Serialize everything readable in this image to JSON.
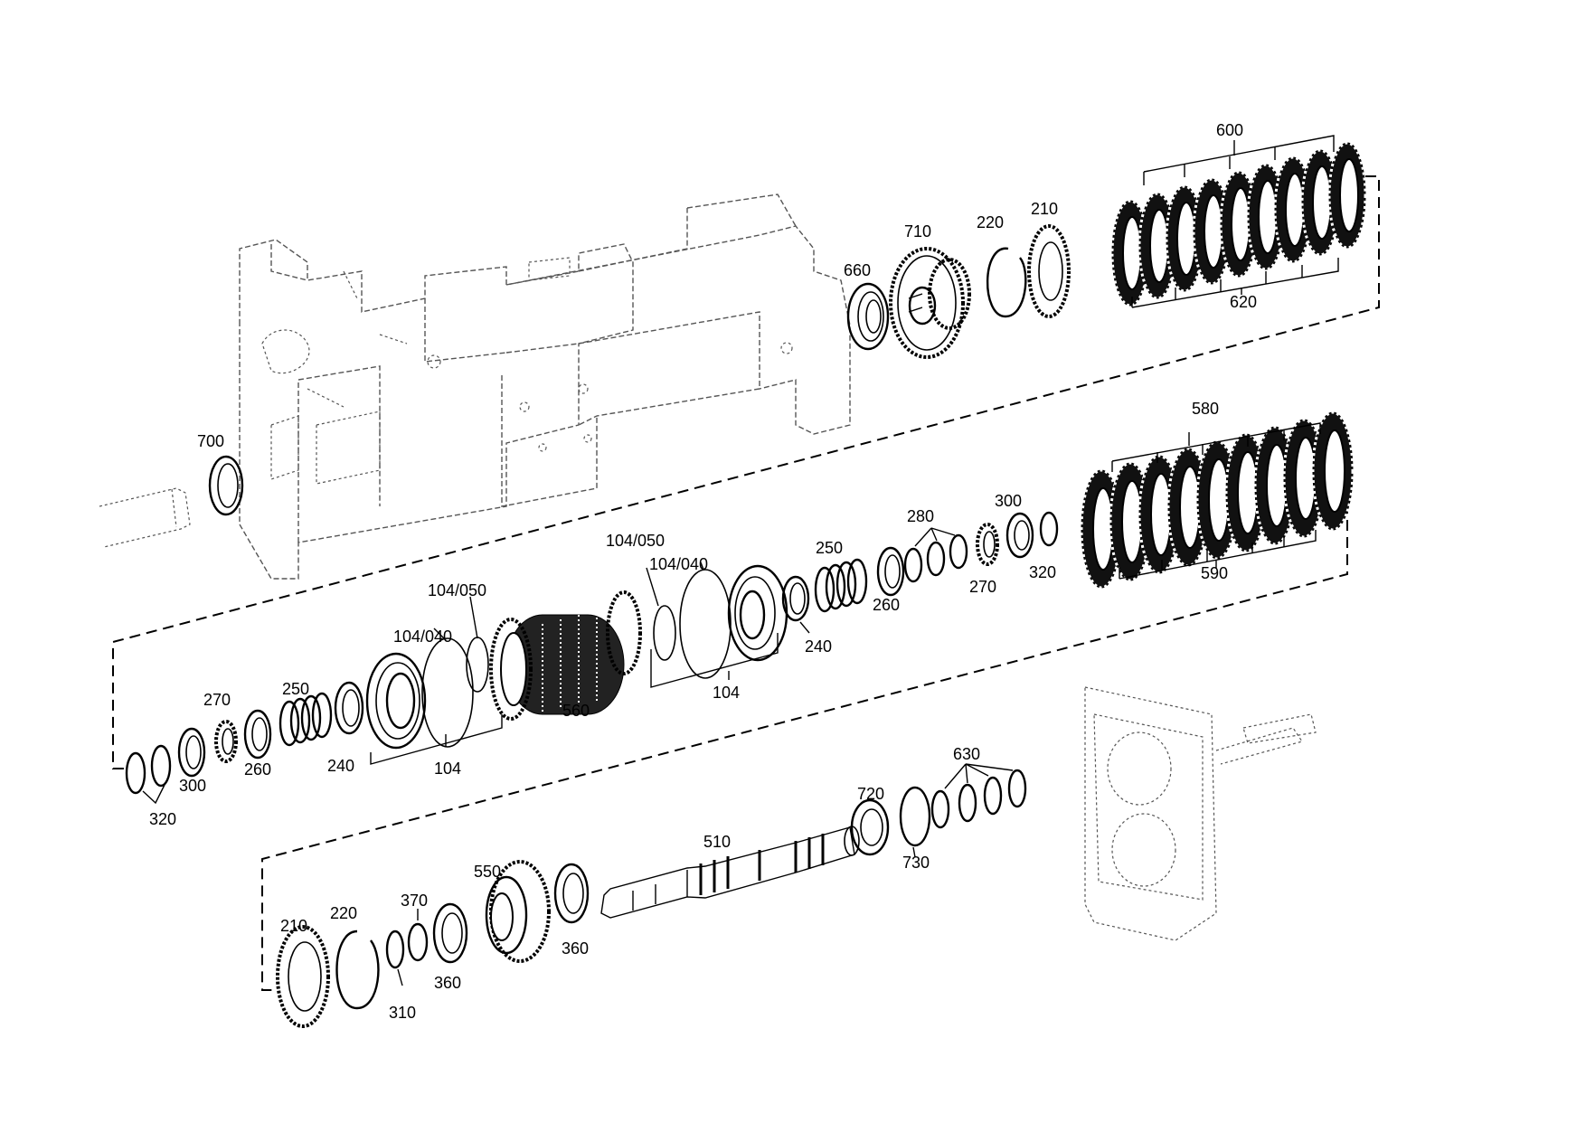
{
  "labels": {
    "l600": "600",
    "l620": "620",
    "l710": "710",
    "l220a": "220",
    "l210a": "210",
    "l660": "660",
    "l700": "700",
    "l580": "580",
    "l590": "590",
    "l280": "280",
    "l300a": "300",
    "l320a": "320",
    "l250a": "250",
    "l270a": "270",
    "l260a": "260",
    "l240a": "240",
    "l104a": "104",
    "l104_050a": "104/050",
    "l104_040a": "104/040",
    "l560": "560",
    "l104_050b": "104/050",
    "l104_040b": "104/040",
    "l104b": "104",
    "l270b": "270",
    "l250b": "250",
    "l300b": "300",
    "l260b": "260",
    "l240b": "240",
    "l320b": "320",
    "l630": "630",
    "l720": "720",
    "l730": "730",
    "l510": "510",
    "l550": "550",
    "l210b": "210",
    "l220b": "220",
    "l370": "370",
    "l360a": "360",
    "l360b": "360",
    "l310": "310"
  }
}
